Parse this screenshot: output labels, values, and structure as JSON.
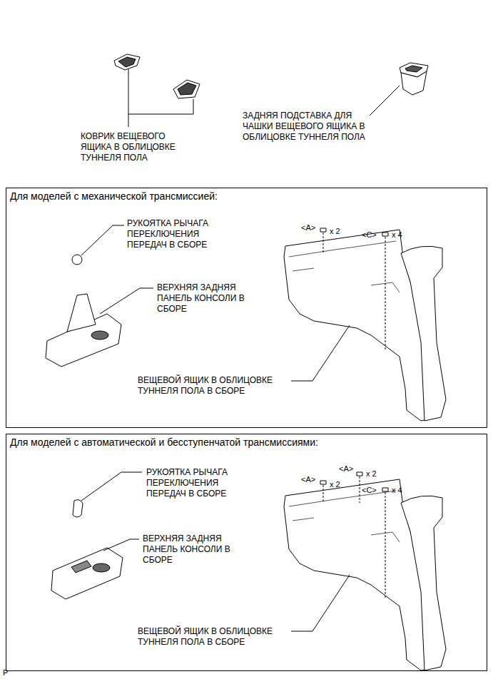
{
  "diagram": {
    "nodes": [
      {
        "text": [
          "Для моделей с механической трансмиссией:"
        ]
      },
      {
        "text": [
          "Для моделей с автоматической и бесступенчатой трансмиссиями:"
        ]
      }
    ],
    "labels": [
      "КОВРИК ВЕЩЕВОГО ЯЩИКА В ОБЛИЦОВКЕ ТУННЕЛЯ ПОЛА",
      "ЗАДНЯЯ ПОДСТАВКА ДЛЯ ЧАШКИ ВЕЩЕВОГО ЯЩИКА В ОБЛИЦОВКЕ ТУННЕЛЯ ПОЛА",
      "РУКОЯТКА РЫЧАГА ПЕРЕКЛЮЧЕНИЯ ПЕРЕДАЧ В СБОРЕ",
      "<A>",
      "x 2",
      "<C>",
      "x 4",
      "ВЕРХНЯЯ ЗАДНЯЯ ПАНЕЛЬ КОНСОЛИ В СБОРЕ",
      "ВЕЩЕВОЙ ЯЩИК В ОБЛИЦОВКЕ ТУННЕЛЯ ПОЛА В СБОРЕ",
      "РУКОЯТКА РЫЧАГА ПЕРЕКЛЮЧЕНИЯ ПЕРЕДАЧ В СБОРЕ",
      "<A>",
      "x 2",
      "<A>",
      "x 2",
      "<C>",
      "x 4",
      "ВЕРХНЯЯ ЗАДНЯЯ ПАНЕЛЬ КОНСОЛИ В СБОРЕ",
      "ВЕЩЕВОЙ ЯЩИК В ОБЛИЦОВКЕ ТУННЕЛЯ ПОЛА В СБОРЕ",
      "P"
    ]
  }
}
